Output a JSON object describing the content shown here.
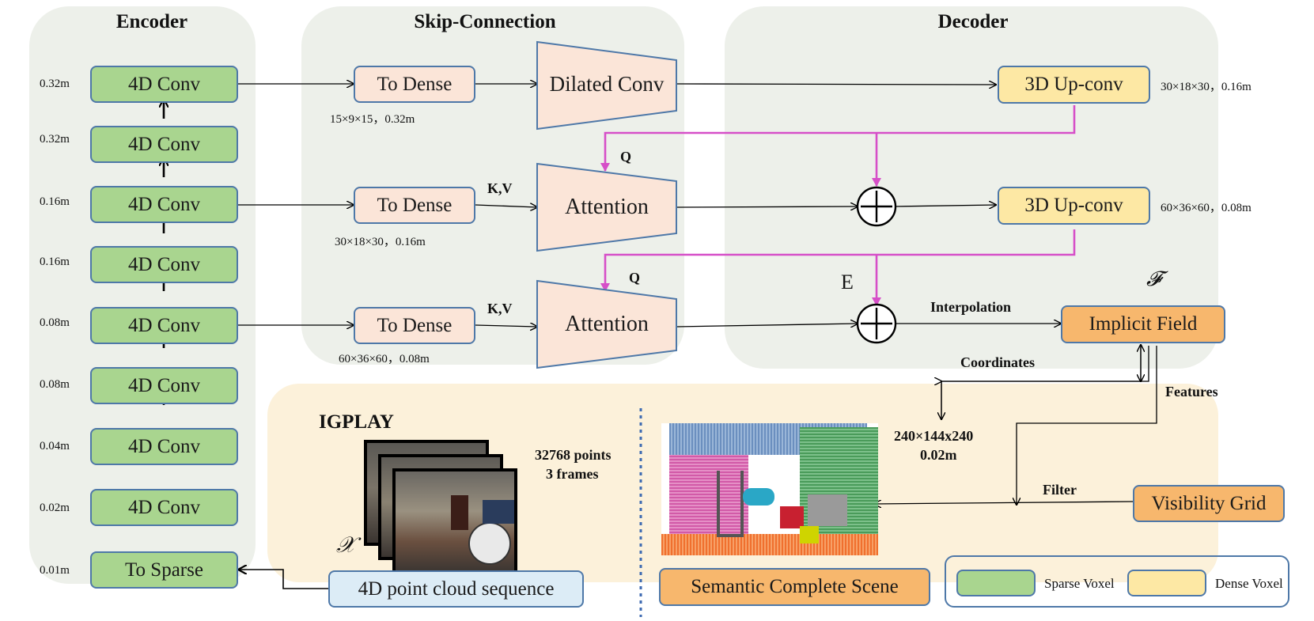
{
  "panels": {
    "encoder_title": "Encoder",
    "skip_title": "Skip-Connection",
    "decoder_title": "Decoder",
    "igplay_title": "IGPLAY"
  },
  "encoder": {
    "blocks": [
      "4D Conv",
      "4D Conv",
      "4D Conv",
      "4D Conv",
      "4D Conv",
      "4D Conv",
      "4D Conv",
      "4D Conv",
      "To Sparse"
    ],
    "scales": [
      "0.32m",
      "0.32m",
      "0.16m",
      "0.16m",
      "0.08m",
      "0.08m",
      "0.04m",
      "0.02m",
      "0.01m"
    ]
  },
  "skip": {
    "to_dense": "To Dense",
    "dilated_conv": "Dilated Conv",
    "attention": "Attention",
    "q_label": "Q",
    "kv_label": "K,V",
    "dims": [
      "15×9×15，0.32m",
      "30×18×30，0.16m",
      "60×36×60，0.08m"
    ]
  },
  "decoder": {
    "upconv": "3D Up-conv",
    "upconv_dims": [
      "30×18×30，0.16m",
      "60×36×60，0.08m"
    ],
    "e_label": "E",
    "f_label": "𝓕",
    "interpolation": "Interpolation",
    "implicit_field": "Implicit Field"
  },
  "bottom": {
    "points_line1": "32768 points",
    "points_line2": "3 frames",
    "x_label": "𝒳",
    "pc_sequence": "4D point cloud sequence",
    "coordinates": "Coordinates",
    "features": "Features",
    "grid_line1": "240×144x240",
    "grid_line2": "0.02m",
    "filter": "Filter",
    "visibility_grid": "Visibility Grid",
    "semantic_scene": "Semantic Complete Scene"
  },
  "legend": {
    "sparse": "Sparse Voxel",
    "dense": "Dense Voxel"
  },
  "colors": {
    "sparse_voxel": "#a9d58f",
    "dense_voxel": "#fde8a4",
    "skip_block": "#fbe5d8",
    "output_block": "#f7b76d",
    "input_block": "#dcecf6",
    "query_arrow": "#d64fc8"
  }
}
